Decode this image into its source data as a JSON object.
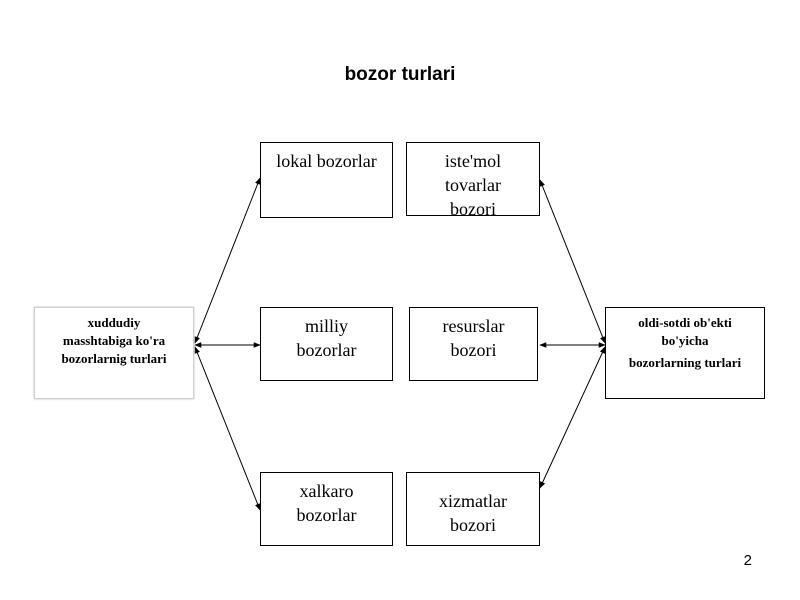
{
  "title": "bozor turlari",
  "left_node": {
    "lines": [
      "xuddudiy",
      "masshtabiga ko'ra",
      "bozorlarnig turlari"
    ]
  },
  "right_node": {
    "lines": [
      "oldi-sotdi ob'ekti",
      "bo'yicha",
      "bozorlarning turlari"
    ]
  },
  "left_children": [
    {
      "label": "lokal bozorlar"
    },
    {
      "label": "milliy bozorlar"
    },
    {
      "label": "xalkaro bozorlar"
    }
  ],
  "right_children": [
    {
      "label": "iste'mol tovarlar bozori"
    },
    {
      "label": "resurslar bozori"
    },
    {
      "label": "xizmatlar bozori"
    }
  ],
  "page_number": "2"
}
